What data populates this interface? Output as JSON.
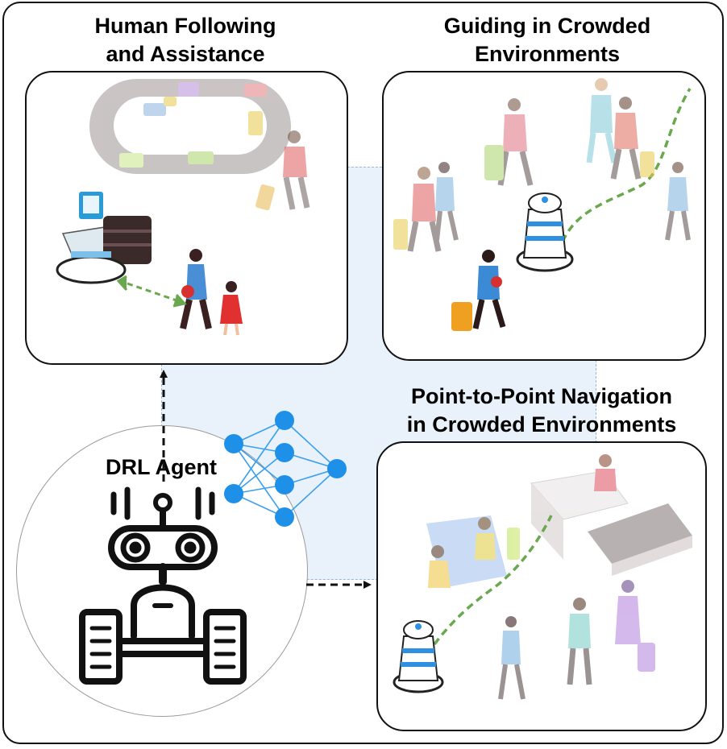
{
  "panels": {
    "following": {
      "title_line1": "Human Following",
      "title_line2": "and Assistance"
    },
    "guiding": {
      "title_line1": "Guiding in Crowded",
      "title_line2": "Environments"
    },
    "navigation": {
      "title_line1": "Point-to-Point Navigation",
      "title_line2": "in Crowded Environments"
    }
  },
  "agent": {
    "label": "DRL Agent",
    "icon": "robot-icon"
  },
  "network": {
    "layers": [
      2,
      4,
      1
    ],
    "icon": "neural-network-icon"
  },
  "colors": {
    "network_node": "#1e90e8",
    "network_edge": "#3aa0ee",
    "path_green": "#6aa84f",
    "region_blue": "#e9f1fb",
    "robot_stripe": "#2f8fe0"
  }
}
